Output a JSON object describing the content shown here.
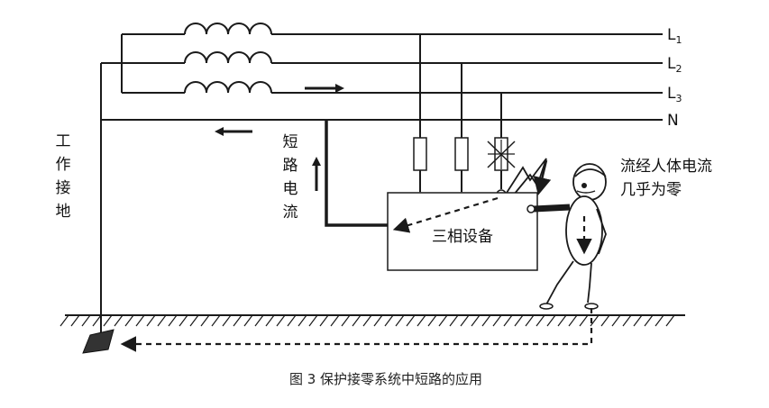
{
  "lines": {
    "l1": {
      "letter": "L",
      "sub": "1"
    },
    "l2": {
      "letter": "L",
      "sub": "2"
    },
    "l3": {
      "letter": "L",
      "sub": "3"
    },
    "n": "N"
  },
  "labels": {
    "working_ground": [
      "工",
      "作",
      "接",
      "地"
    ],
    "short_circuit_current": [
      "短",
      "路",
      "电",
      "流"
    ],
    "body_current": [
      "流经人体电流",
      "几乎为零"
    ],
    "equipment": "三相设备"
  },
  "caption": "图 3  保护接零系统中短路的应用"
}
